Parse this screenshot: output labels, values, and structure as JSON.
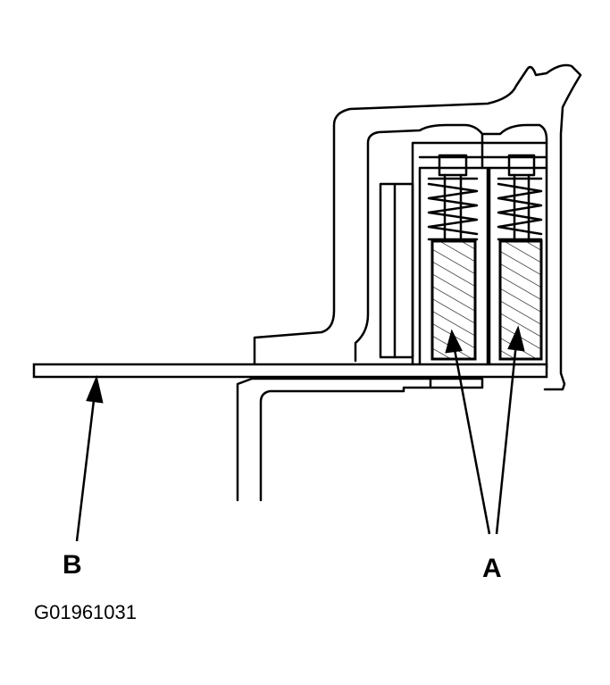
{
  "labels": {
    "a": "A",
    "b": "B"
  },
  "figure_id": "G01961031",
  "colors": {
    "line": "#000000",
    "background": "#ffffff"
  }
}
